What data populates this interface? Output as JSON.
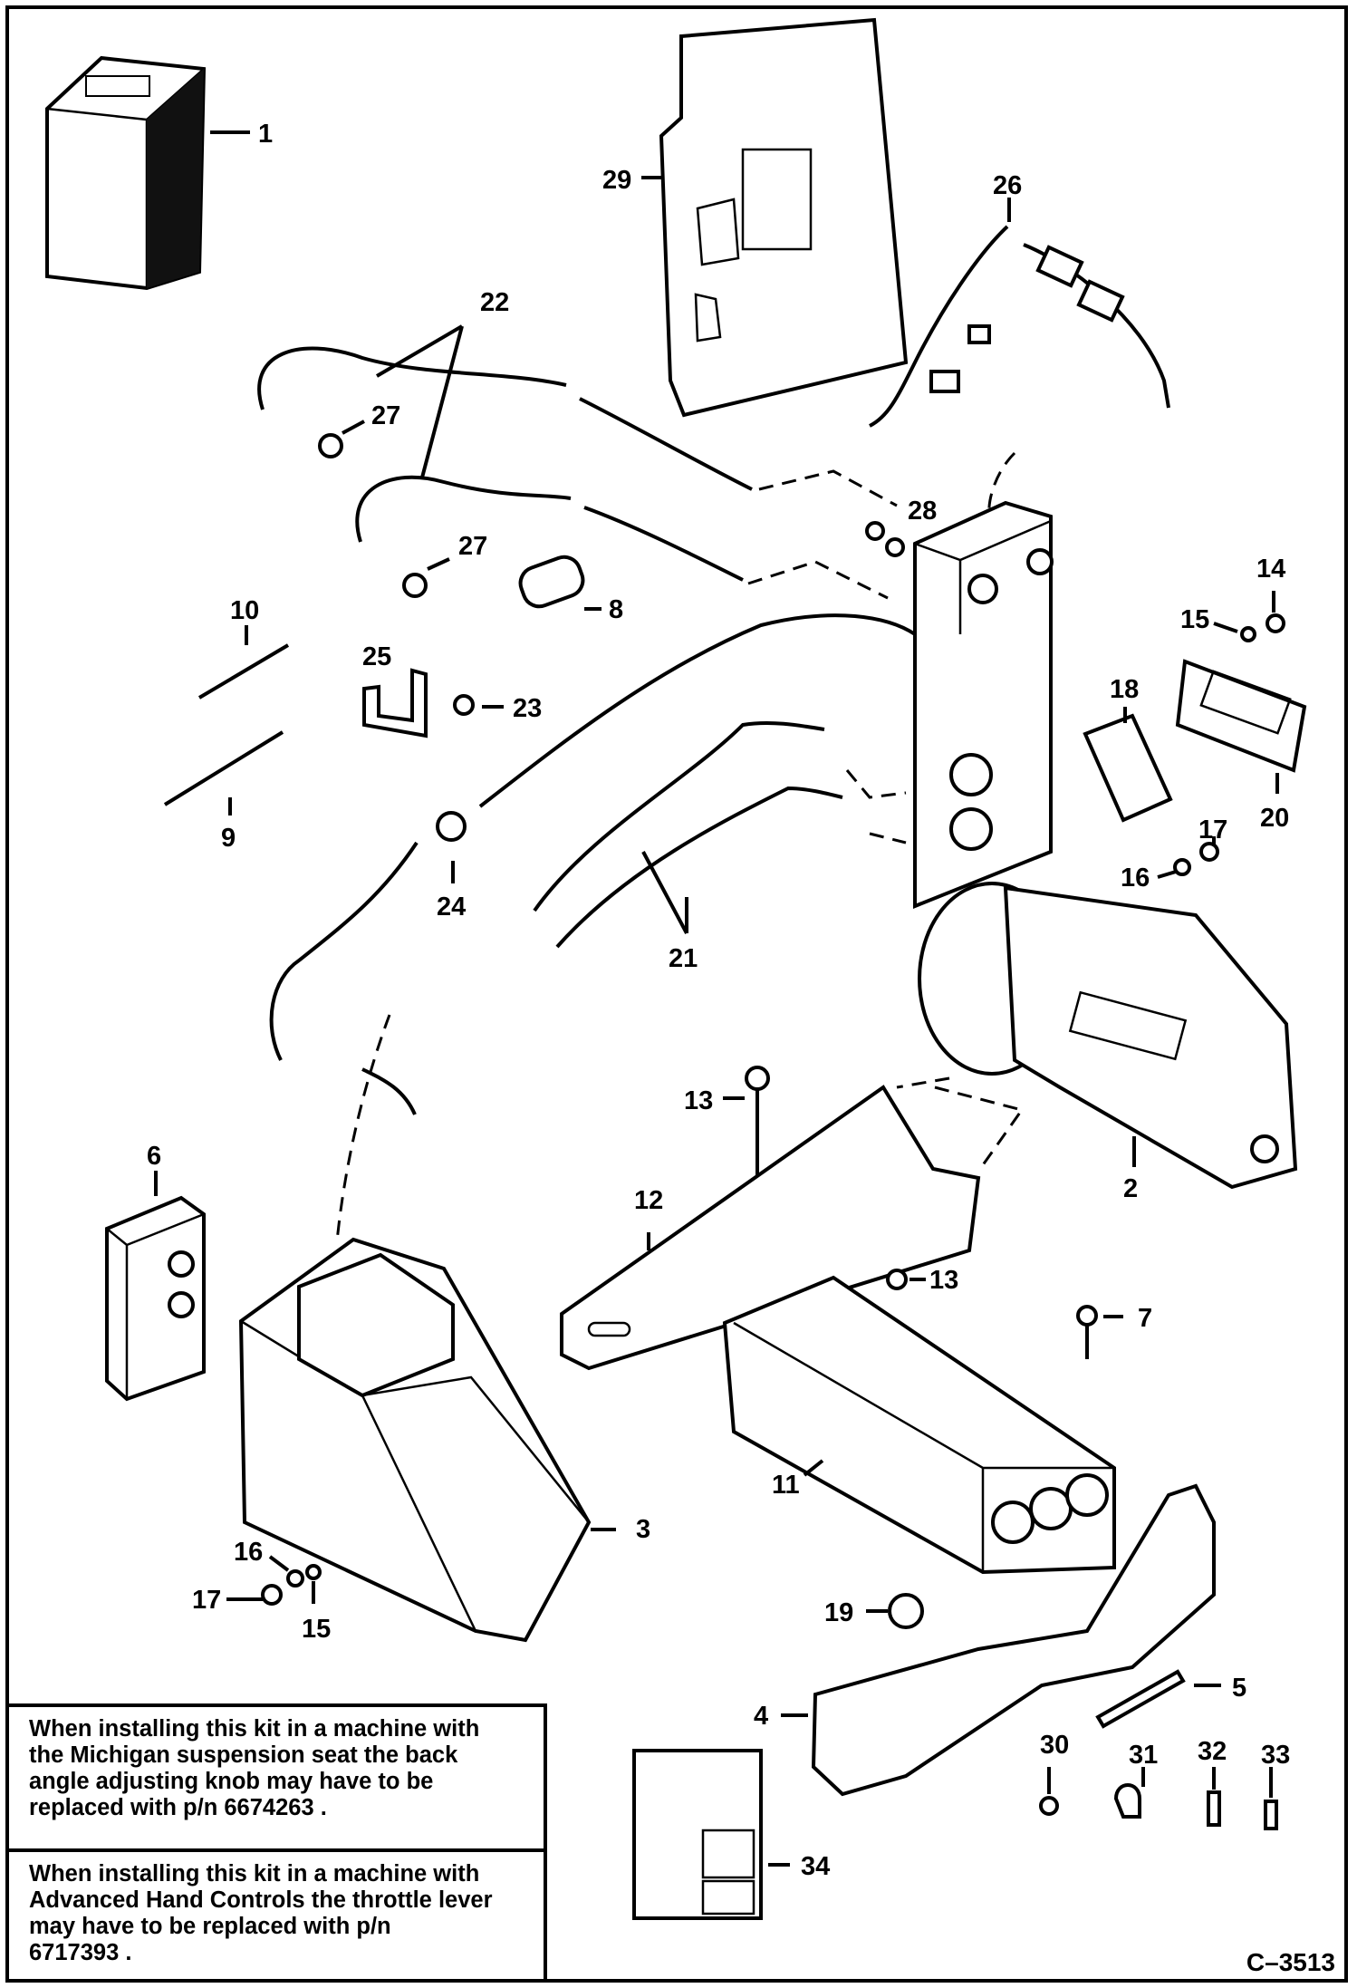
{
  "callouts": {
    "c1": "1",
    "c2": "2",
    "c3": "3",
    "c4": "4",
    "c5": "5",
    "c6": "6",
    "c7": "7",
    "c8": "8",
    "c9": "9",
    "c10": "10",
    "c11": "11",
    "c12": "12",
    "c13a": "13",
    "c13b": "13",
    "c14": "14",
    "c15a": "15",
    "c15b": "15",
    "c16a": "16",
    "c16b": "16",
    "c17a": "17",
    "c17b": "17",
    "c18": "18",
    "c19": "19",
    "c20": "20",
    "c21": "21",
    "c22": "22",
    "c23": "23",
    "c24": "24",
    "c25": "25",
    "c26": "26",
    "c27a": "27",
    "c27b": "27",
    "c28": "28",
    "c29": "29",
    "c30": "30",
    "c31": "31",
    "c32": "32",
    "c33": "33",
    "c34": "34"
  },
  "notes": {
    "note_1": "When installing this kit in a machine with\nthe Michigan suspension seat the back\nangle adjusting knob may have to be\nreplaced with p/n  6674263      .",
    "note_2": "When installing this kit in a machine with\nAdvanced Hand Controls the throttle lever\nmay have to be replaced with p/n\n6717393 ."
  },
  "drawing_number": "C–3513"
}
